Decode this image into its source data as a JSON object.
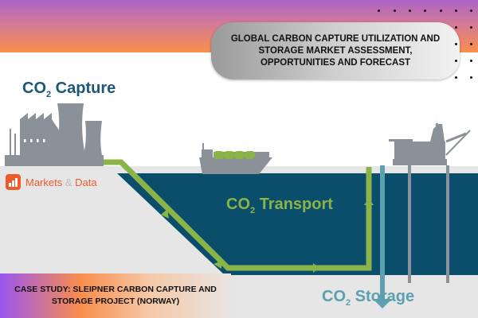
{
  "title": "GLOBAL CARBON CAPTURE UTILIZATION AND STORAGE MARKET ASSESSMENT, OPPORTUNITIES AND FORECAST",
  "labels": {
    "capture": {
      "main": "CO",
      "sub": "2",
      "rest": " Capture"
    },
    "transport": {
      "main": "CO",
      "sub": "2",
      "rest": " Transport"
    },
    "storage": {
      "main": "CO",
      "sub": "2",
      "rest": " Storage"
    }
  },
  "logo": {
    "word1": "Markets",
    "amp": "&",
    "word2": "Data"
  },
  "case_study": "CASE STUDY: SLEIPNER CARBON CAPTURE AND STORAGE PROJECT (NORWAY)",
  "colors": {
    "sea": "#0b4e6b",
    "pipeline": "#8ab447",
    "storage": "#5b9fb0",
    "structure": "#8a9199",
    "ground": "#e6e6e6"
  }
}
